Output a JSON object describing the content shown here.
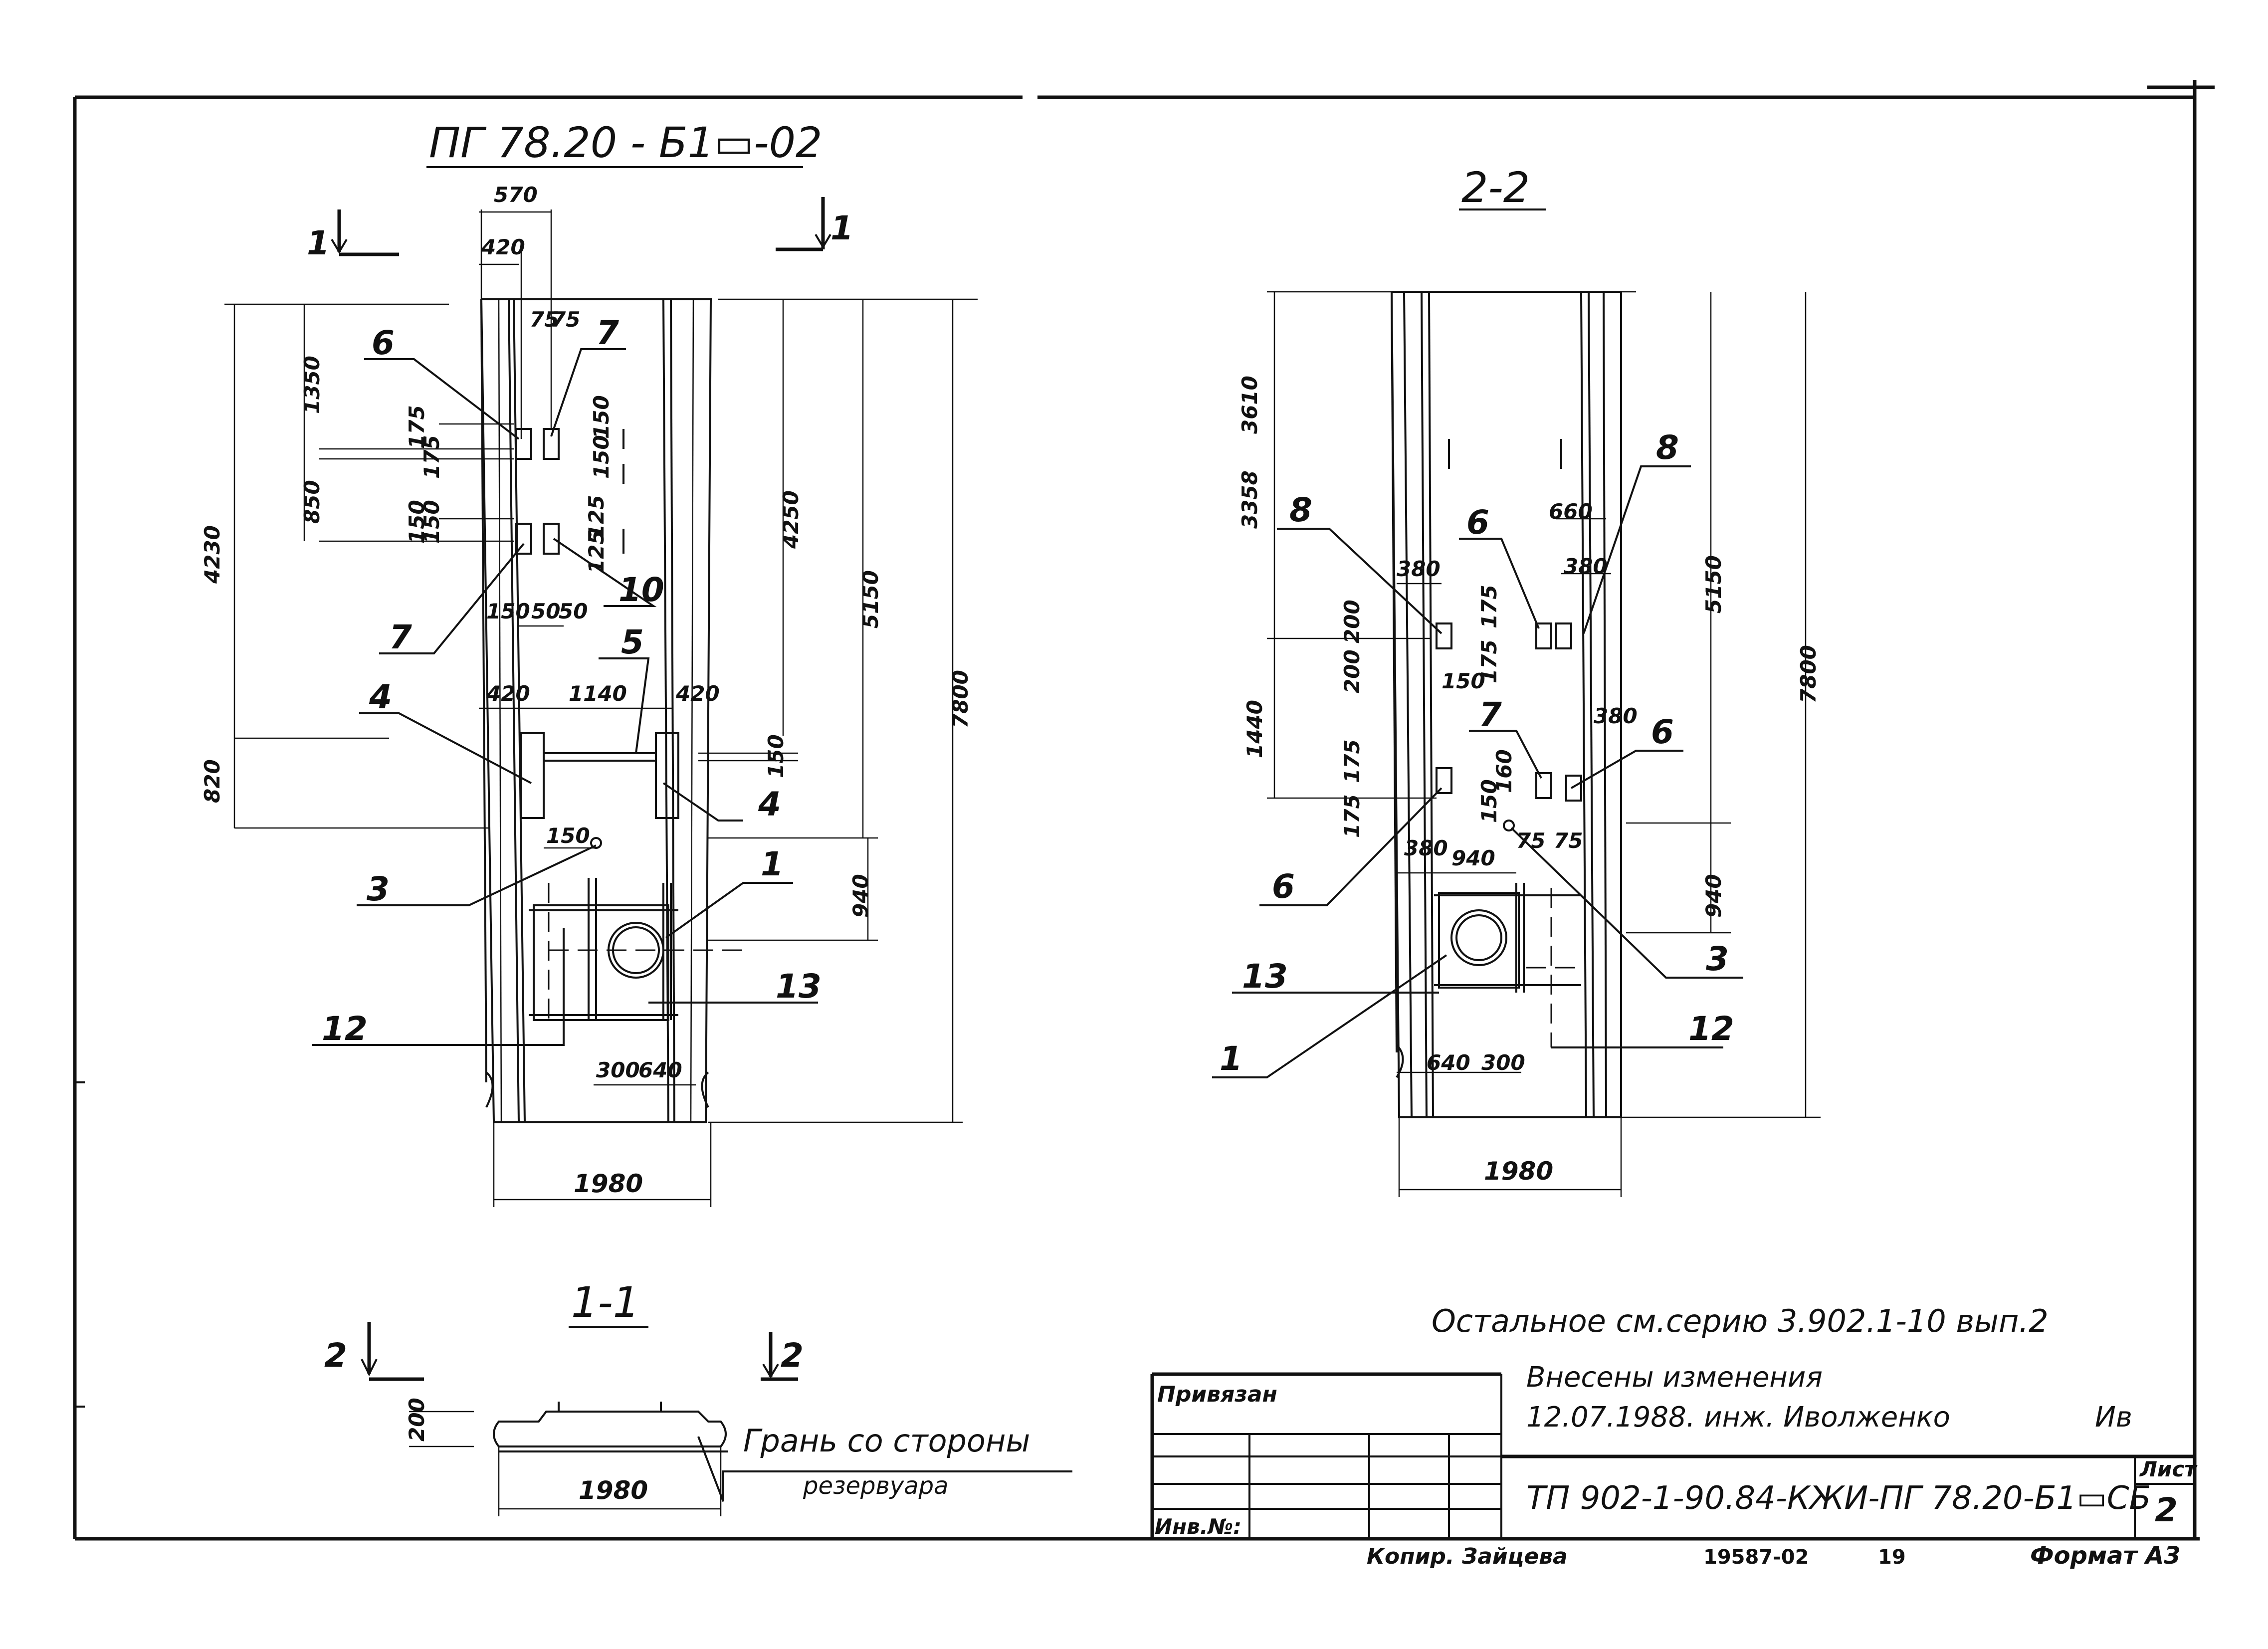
{
  "drawing": {
    "mark_title": "ПГ 78.20 - Б1▭-02",
    "section_2_title": "2-2",
    "section_1_title": "1-1",
    "section_marks": {
      "cut1_left": "1",
      "cut1_right": "1",
      "cut2_left": "2",
      "cut2_right": "2"
    }
  },
  "left_view": {
    "dims": [
      "570",
      "420",
      "75",
      "75",
      "1350",
      "175",
      "175",
      "150",
      "150",
      "850",
      "150",
      "150",
      "125",
      "125",
      "150",
      "50",
      "50",
      "4230",
      "4250",
      "5150",
      "7800",
      "420",
      "1140",
      "420",
      "150",
      "820",
      "150",
      "940",
      "300",
      "640",
      "1980"
    ],
    "callouts": [
      "6",
      "7",
      "7",
      "10",
      "5",
      "4",
      "4",
      "3",
      "1",
      "13",
      "12"
    ]
  },
  "right_view": {
    "dims": [
      "3358",
      "3610",
      "380",
      "660",
      "380",
      "200",
      "200",
      "175",
      "175",
      "150",
      "1440",
      "175",
      "175",
      "150",
      "160",
      "380",
      "380",
      "940",
      "75",
      "75",
      "5150",
      "7800",
      "940",
      "640",
      "300",
      "1980"
    ],
    "callouts": [
      "8",
      "8",
      "6",
      "7",
      "6",
      "6",
      "3",
      "13",
      "12",
      "1"
    ]
  },
  "section_1_1": {
    "dims": [
      "200",
      "1980"
    ],
    "note_line1": "Грань со стороны",
    "note_line2": "резервуара"
  },
  "notes": {
    "series": "Остальное см.серию 3.902.1-10 вып.2",
    "change_line1": "Внесены изменения",
    "change_line2": "12.07.1988. инж. Иволженко",
    "change_sign": "Ив"
  },
  "title_block": {
    "privyazan": "Привязан",
    "inv_no": "Инв.№:",
    "code": "ТП 902-1-90.84-КЖИ-ПГ 78.20-Б1▭СБ",
    "sheet_label": "Лист",
    "sheet_no": "2"
  },
  "footer": {
    "copier": "Копир. Зайцева",
    "order": "19587-02",
    "num": "19",
    "format": "Формат А3"
  }
}
